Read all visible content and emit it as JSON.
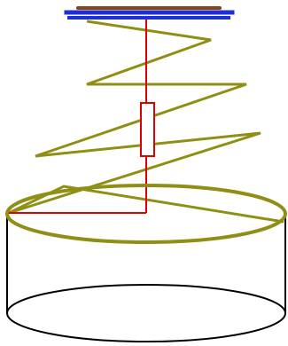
{
  "colors": {
    "background": "#ffffff",
    "ceiling_plate": "#8b4513",
    "ceiling_support": "#1f2fd8",
    "spring": "#8f8f15",
    "string": "#e00000",
    "cylinder_outline": "#000000"
  },
  "elements": {
    "ceiling": "ceiling-mount",
    "spring": "spring-coil",
    "string": "suspension-string",
    "resistor": "inline-element",
    "container": "cylindrical-container"
  }
}
